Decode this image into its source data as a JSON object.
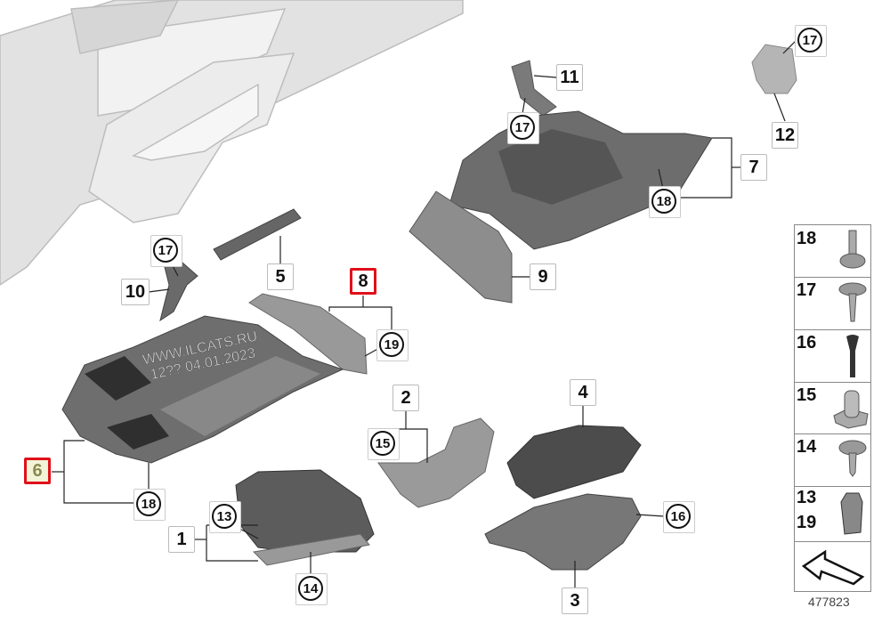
{
  "diagram_id": "477823",
  "watermark": [
    "WWW.ILCATS.RU",
    "12?? 04.01.2023"
  ],
  "callouts": {
    "c17a": "17",
    "c12": "12",
    "c11": "11",
    "c17b": "17",
    "c7": "7",
    "c18a": "18",
    "c9": "9",
    "c5": "5",
    "c17c": "17",
    "c10": "10",
    "c8": "8",
    "c19": "19",
    "c2": "2",
    "c15": "15",
    "c4": "4",
    "c16": "16",
    "c3": "3",
    "c6": "6",
    "c18b": "18",
    "c13": "13",
    "c1": "1",
    "c14": "14"
  },
  "legend": [
    "18",
    "17",
    "16",
    "15",
    "14",
    "13",
    "19"
  ],
  "highlighted": [
    "6",
    "8"
  ],
  "colors": {
    "highlight": "#e0101a",
    "part": "#6b6b6b",
    "frame": "#d8d8d8"
  }
}
